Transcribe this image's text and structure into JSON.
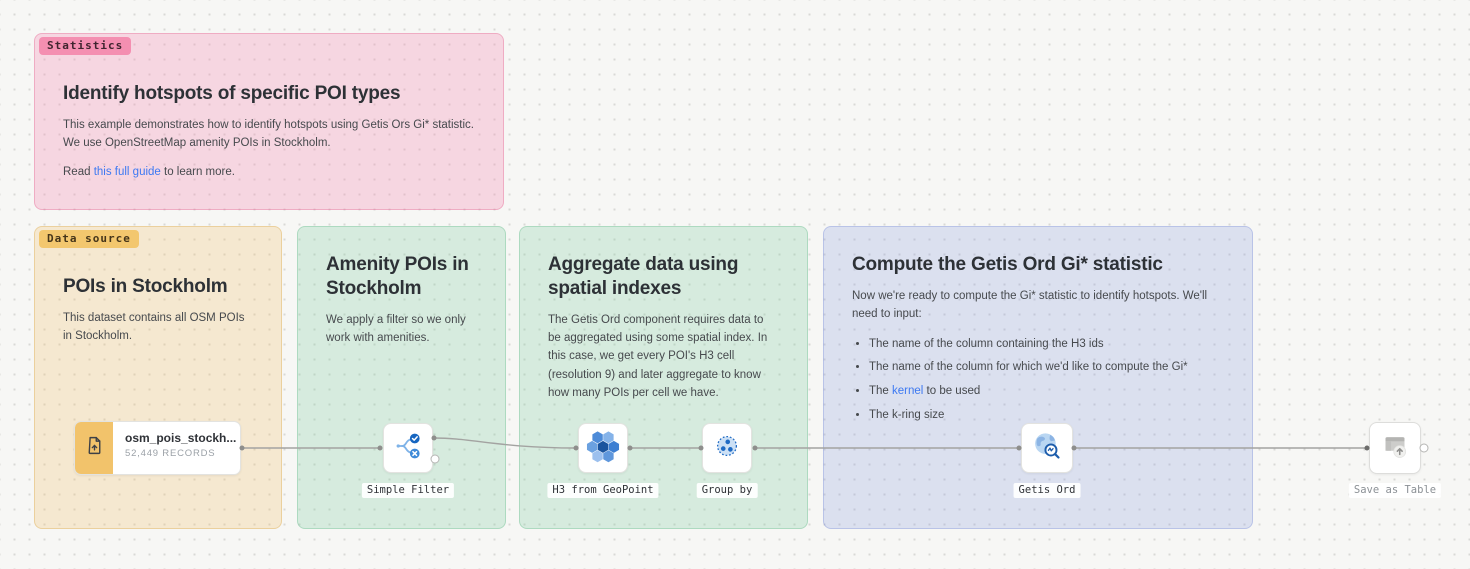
{
  "app_title": "Workflow canvas",
  "colors": {
    "canvas_bg": "#f7f7f5",
    "note_pink_badge": "#f48fb1",
    "note_yellow_badge": "#f3c76e",
    "link_blue": "#3d79f2",
    "source_accent": "#f2c36b",
    "node_icon_blue": "#1d66c0"
  },
  "notes": {
    "statistics": {
      "tag": "Statistics",
      "title": "Identify hotspots of specific POI types",
      "body": "This example demonstrates how to identify hotspots using Getis Ors Gi* statistic. We use OpenStreetMap amenity POIs in Stockholm.",
      "read_prefix": "Read ",
      "link_text": "this full guide",
      "read_suffix": " to learn more."
    },
    "datasource": {
      "tag": "Data source",
      "title": "POIs in Stockholm",
      "body": "This dataset contains all OSM POIs in Stockholm."
    },
    "amenity": {
      "title": "Amenity POIs in Stockholm",
      "body": "We apply a filter so we only work with amenities."
    },
    "aggregate": {
      "title": "Aggregate data using spatial indexes",
      "body": "The Getis Ord component requires data to be aggregated using some spatial index. In this case, we get every POI's H3 cell (resolution 9) and later aggregate to know how many POIs per cell we have."
    },
    "compute": {
      "title": "Compute the Getis Ord Gi* statistic",
      "body": "Now we're ready to compute the Gi* statistic to identify hotspots. We'll need to input:",
      "bullets": {
        "0": "The name of the column containing the H3 ids",
        "1": "The name of the column for which we'd like to compute the Gi*",
        "3": "The k-ring size"
      },
      "kernel_prefix": "The ",
      "kernel_link": "kernel",
      "kernel_suffix": " to be used"
    }
  },
  "nodes": {
    "source": {
      "title": "osm_pois_stockh...",
      "subtitle": "52,449 RECORDS",
      "icon": "file-upload-icon"
    },
    "simple_filter": {
      "label": "Simple Filter",
      "icon": "filter-branch-icon"
    },
    "h3": {
      "label": "H3 from GeoPoint",
      "icon": "hexagon-cluster-icon"
    },
    "group_by": {
      "label": "Group by",
      "icon": "dashed-circle-dots-icon"
    },
    "getis_ord": {
      "label": "Getis Ord",
      "icon": "globe-magnifier-icon"
    },
    "save_table": {
      "label": "Save as Table",
      "icon": "table-upload-icon"
    }
  },
  "connections": [
    {
      "from": "source",
      "to": "simple_filter"
    },
    {
      "from": "simple_filter",
      "to": "h3"
    },
    {
      "from": "h3",
      "to": "group_by"
    },
    {
      "from": "group_by",
      "to": "getis_ord"
    },
    {
      "from": "getis_ord",
      "to": "save_table"
    }
  ]
}
